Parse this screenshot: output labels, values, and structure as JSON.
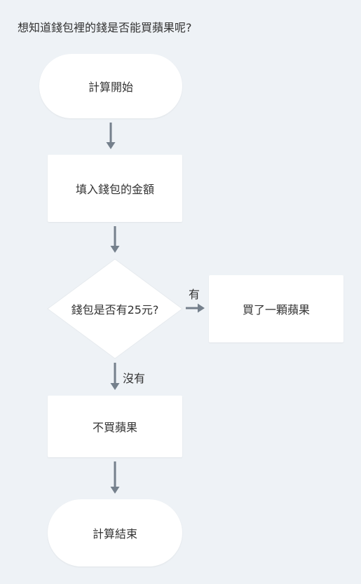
{
  "title": "想知道錢包裡的錢是否能買蘋果呢?",
  "nodes": {
    "start": "計算開始",
    "input": "填入錢包的金額",
    "decision": "錢包是否有25元?",
    "buy": "買了一顆蘋果",
    "no_buy": "不買蘋果",
    "end": "計算結束"
  },
  "edges": {
    "yes_label": "有",
    "no_label": "沒有"
  },
  "colors": {
    "background": "#eef2f6",
    "node_fill": "#ffffff",
    "arrow": "#75808c",
    "text": "#333333"
  }
}
